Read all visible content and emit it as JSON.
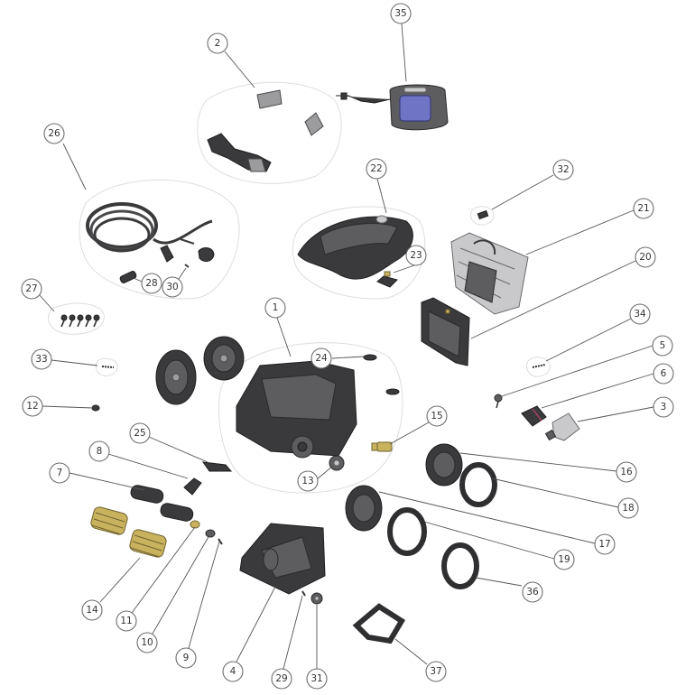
{
  "diagram": {
    "callouts": [
      {
        "id": "c1",
        "label": "1"
      },
      {
        "id": "c2",
        "label": "2"
      },
      {
        "id": "c3",
        "label": "3"
      },
      {
        "id": "c4",
        "label": "4"
      },
      {
        "id": "c5",
        "label": "5"
      },
      {
        "id": "c6",
        "label": "6"
      },
      {
        "id": "c7",
        "label": "7"
      },
      {
        "id": "c8",
        "label": "8"
      },
      {
        "id": "c9",
        "label": "9"
      },
      {
        "id": "c10",
        "label": "10"
      },
      {
        "id": "c11",
        "label": "11"
      },
      {
        "id": "c12",
        "label": "12"
      },
      {
        "id": "c13",
        "label": "13"
      },
      {
        "id": "c14",
        "label": "14"
      },
      {
        "id": "c15",
        "label": "15"
      },
      {
        "id": "c16",
        "label": "16"
      },
      {
        "id": "c17",
        "label": "17"
      },
      {
        "id": "c18",
        "label": "18"
      },
      {
        "id": "c19",
        "label": "19"
      },
      {
        "id": "c20",
        "label": "20"
      },
      {
        "id": "c21",
        "label": "21"
      },
      {
        "id": "c22",
        "label": "22"
      },
      {
        "id": "c23",
        "label": "23"
      },
      {
        "id": "c24",
        "label": "24"
      },
      {
        "id": "c25",
        "label": "25"
      },
      {
        "id": "c26",
        "label": "26"
      },
      {
        "id": "c27",
        "label": "27"
      },
      {
        "id": "c28",
        "label": "28"
      },
      {
        "id": "c29",
        "label": "29"
      },
      {
        "id": "c30",
        "label": "30"
      },
      {
        "id": "c31",
        "label": "31"
      },
      {
        "id": "c32",
        "label": "32"
      },
      {
        "id": "c33",
        "label": "33"
      },
      {
        "id": "c34",
        "label": "34"
      },
      {
        "id": "c35",
        "label": "35"
      },
      {
        "id": "c36",
        "label": "36"
      },
      {
        "id": "c37",
        "label": "37"
      }
    ]
  }
}
